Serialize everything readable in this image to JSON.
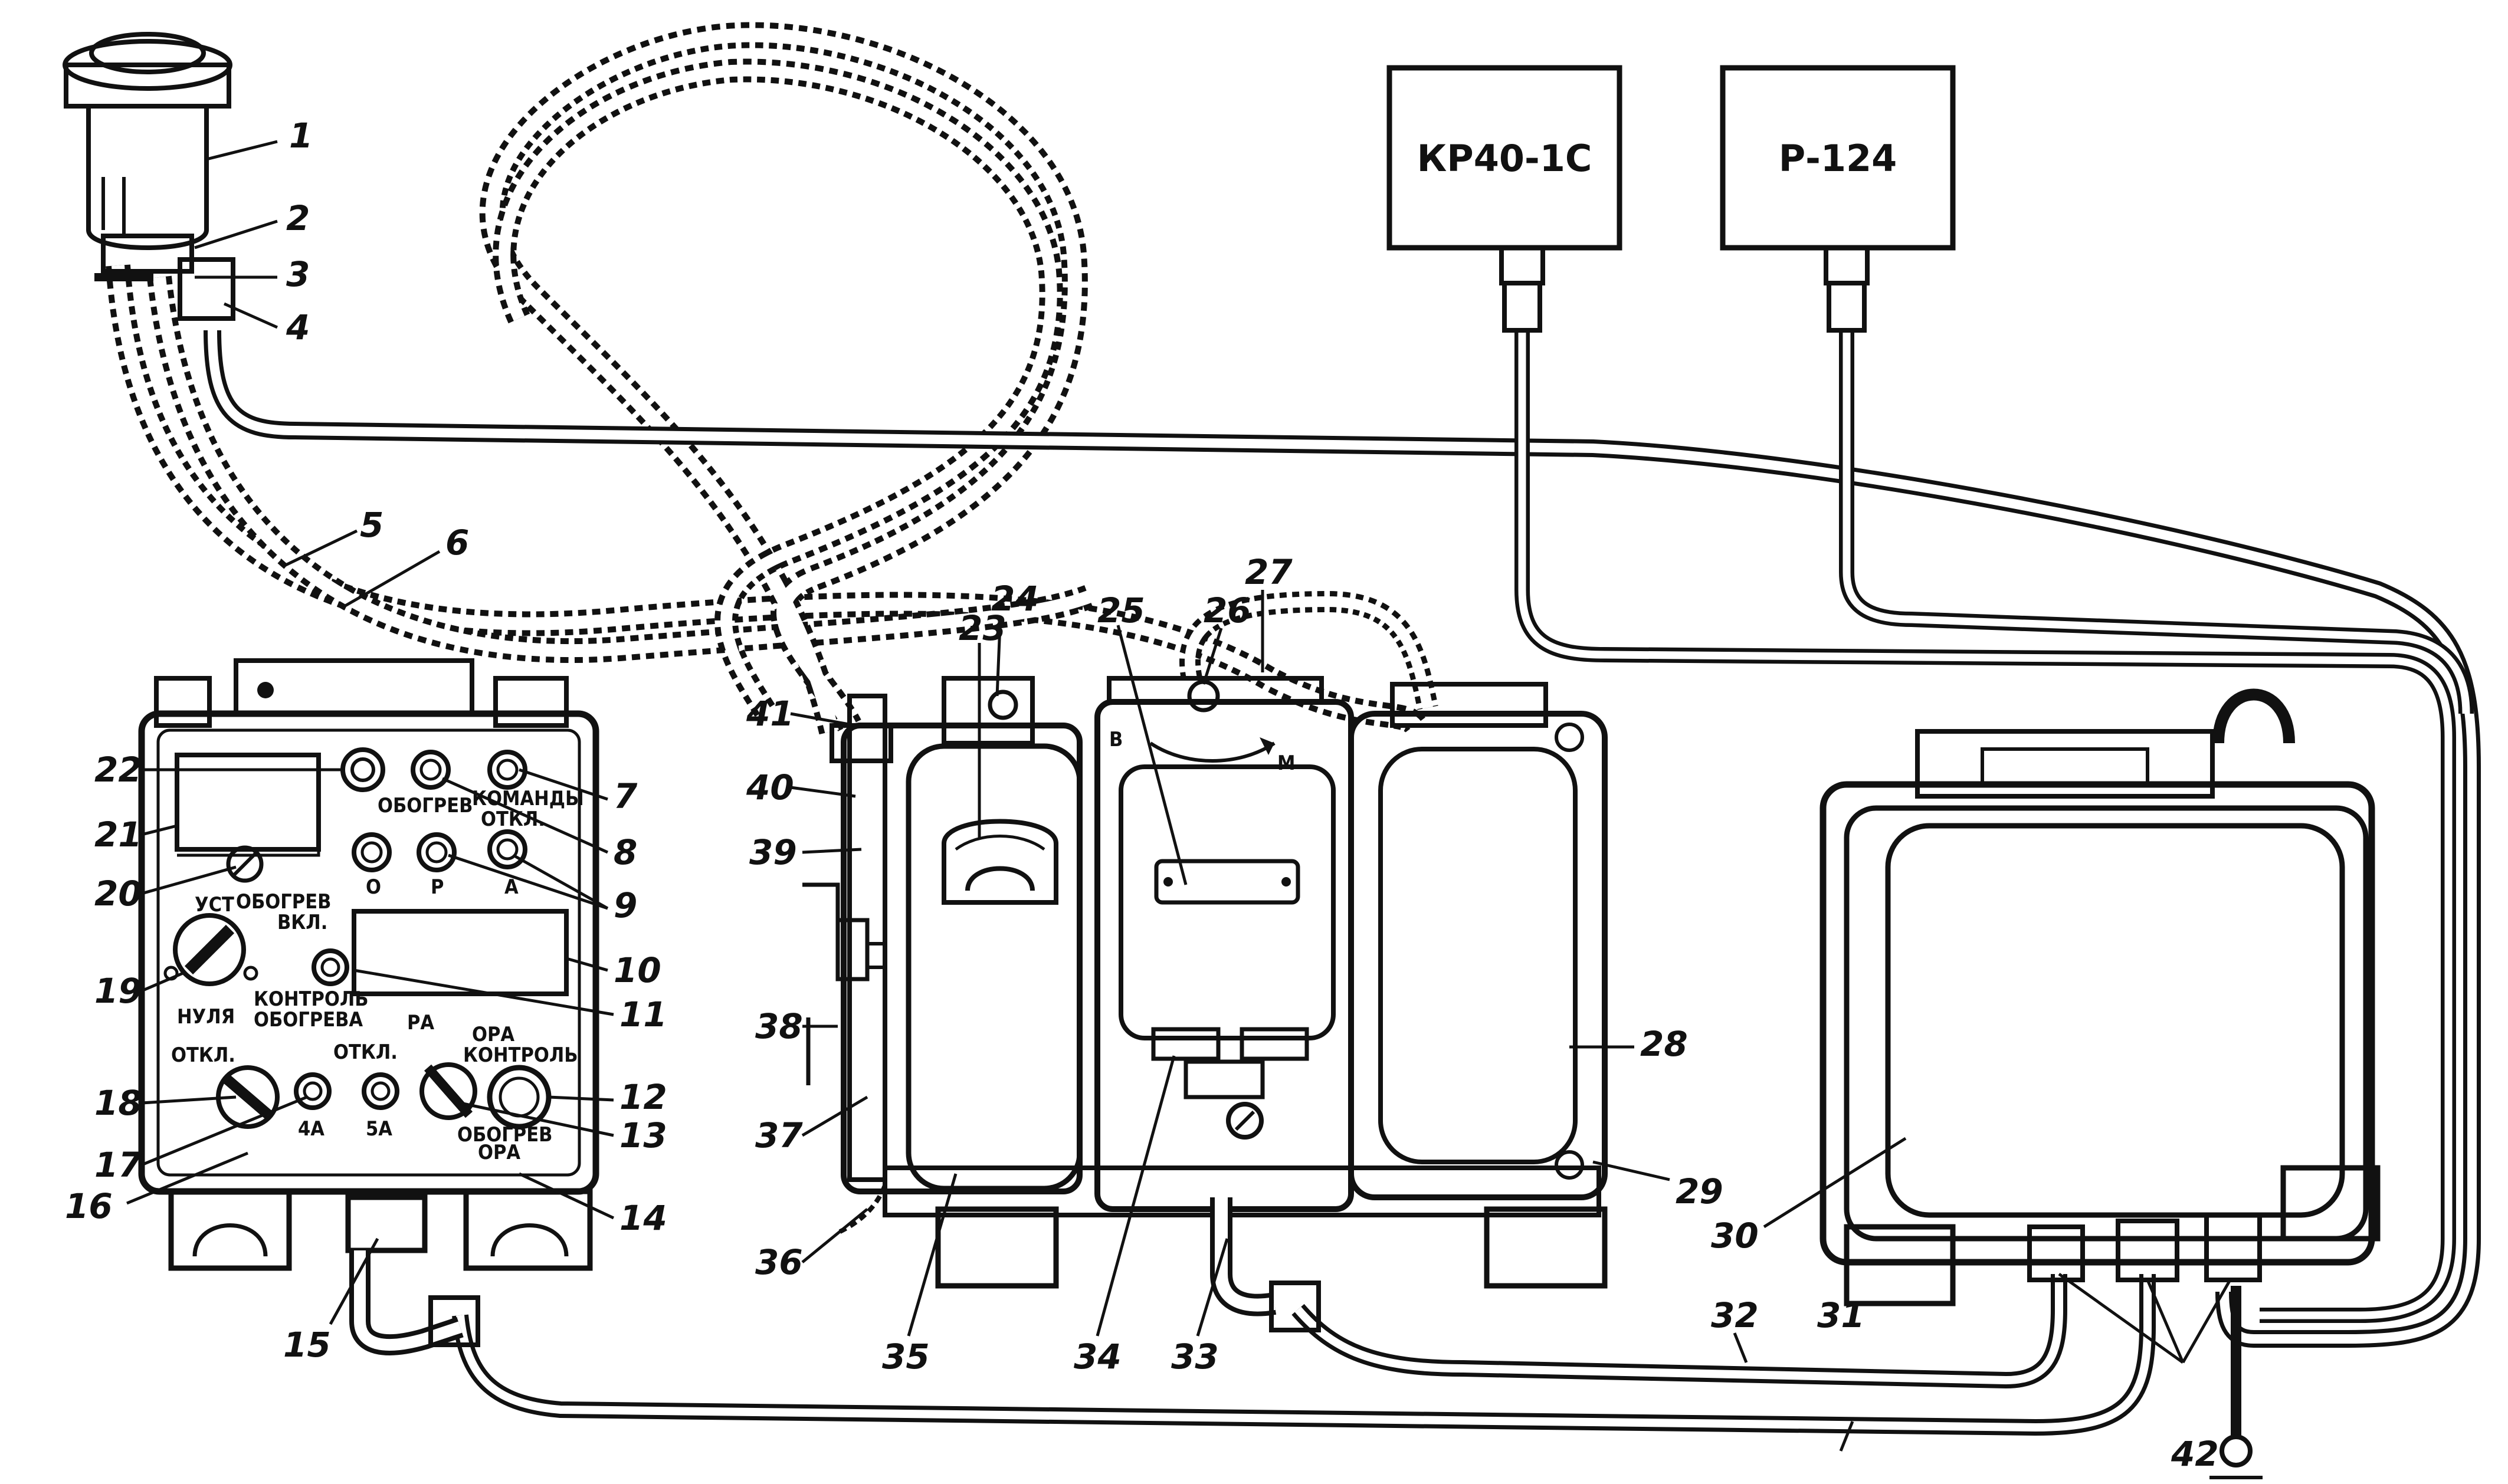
{
  "boxes": {
    "kr40": "КР40-1С",
    "r124": "Р-124"
  },
  "panel": {
    "obogrev": "ОБОГРЕВ",
    "komandy": "КОМАНДЫ",
    "otkl_top": "ОТКЛ.",
    "o": "О",
    "p": "Р",
    "a": "А",
    "obogrev_vkl_1": "ОБОГРЕВ",
    "obogrev_vkl_2": "ВКЛ.",
    "ust": "УСТ",
    "nulya": "НУЛЯ",
    "kontrol_obogreva_1": "КОНТРОЛЬ",
    "kontrol_obogreva_2": "ОБОГРЕВА",
    "otkl_left": "ОТКЛ.",
    "fuse_4a": "4А",
    "otkl_mid": "ОТКЛ.",
    "fuse_5a": "5А",
    "ra": "РА",
    "ora": "ОРА",
    "kontrol": "КОНТРОЛЬ",
    "obogrev_ora_1": "ОБОГРЕВ",
    "obogrev_ora_2": "ОРА"
  },
  "gauge": {
    "b": "B",
    "m": "M"
  },
  "callouts": [
    "1",
    "2",
    "3",
    "4",
    "5",
    "6",
    "7",
    "8",
    "9",
    "10",
    "11",
    "12",
    "13",
    "14",
    "15",
    "16",
    "17",
    "18",
    "19",
    "20",
    "21",
    "22",
    "23",
    "24",
    "25",
    "26",
    "27",
    "28",
    "29",
    "30",
    "31",
    "32",
    "33",
    "34",
    "35",
    "36",
    "37",
    "38",
    "39",
    "40",
    "41",
    "42"
  ]
}
